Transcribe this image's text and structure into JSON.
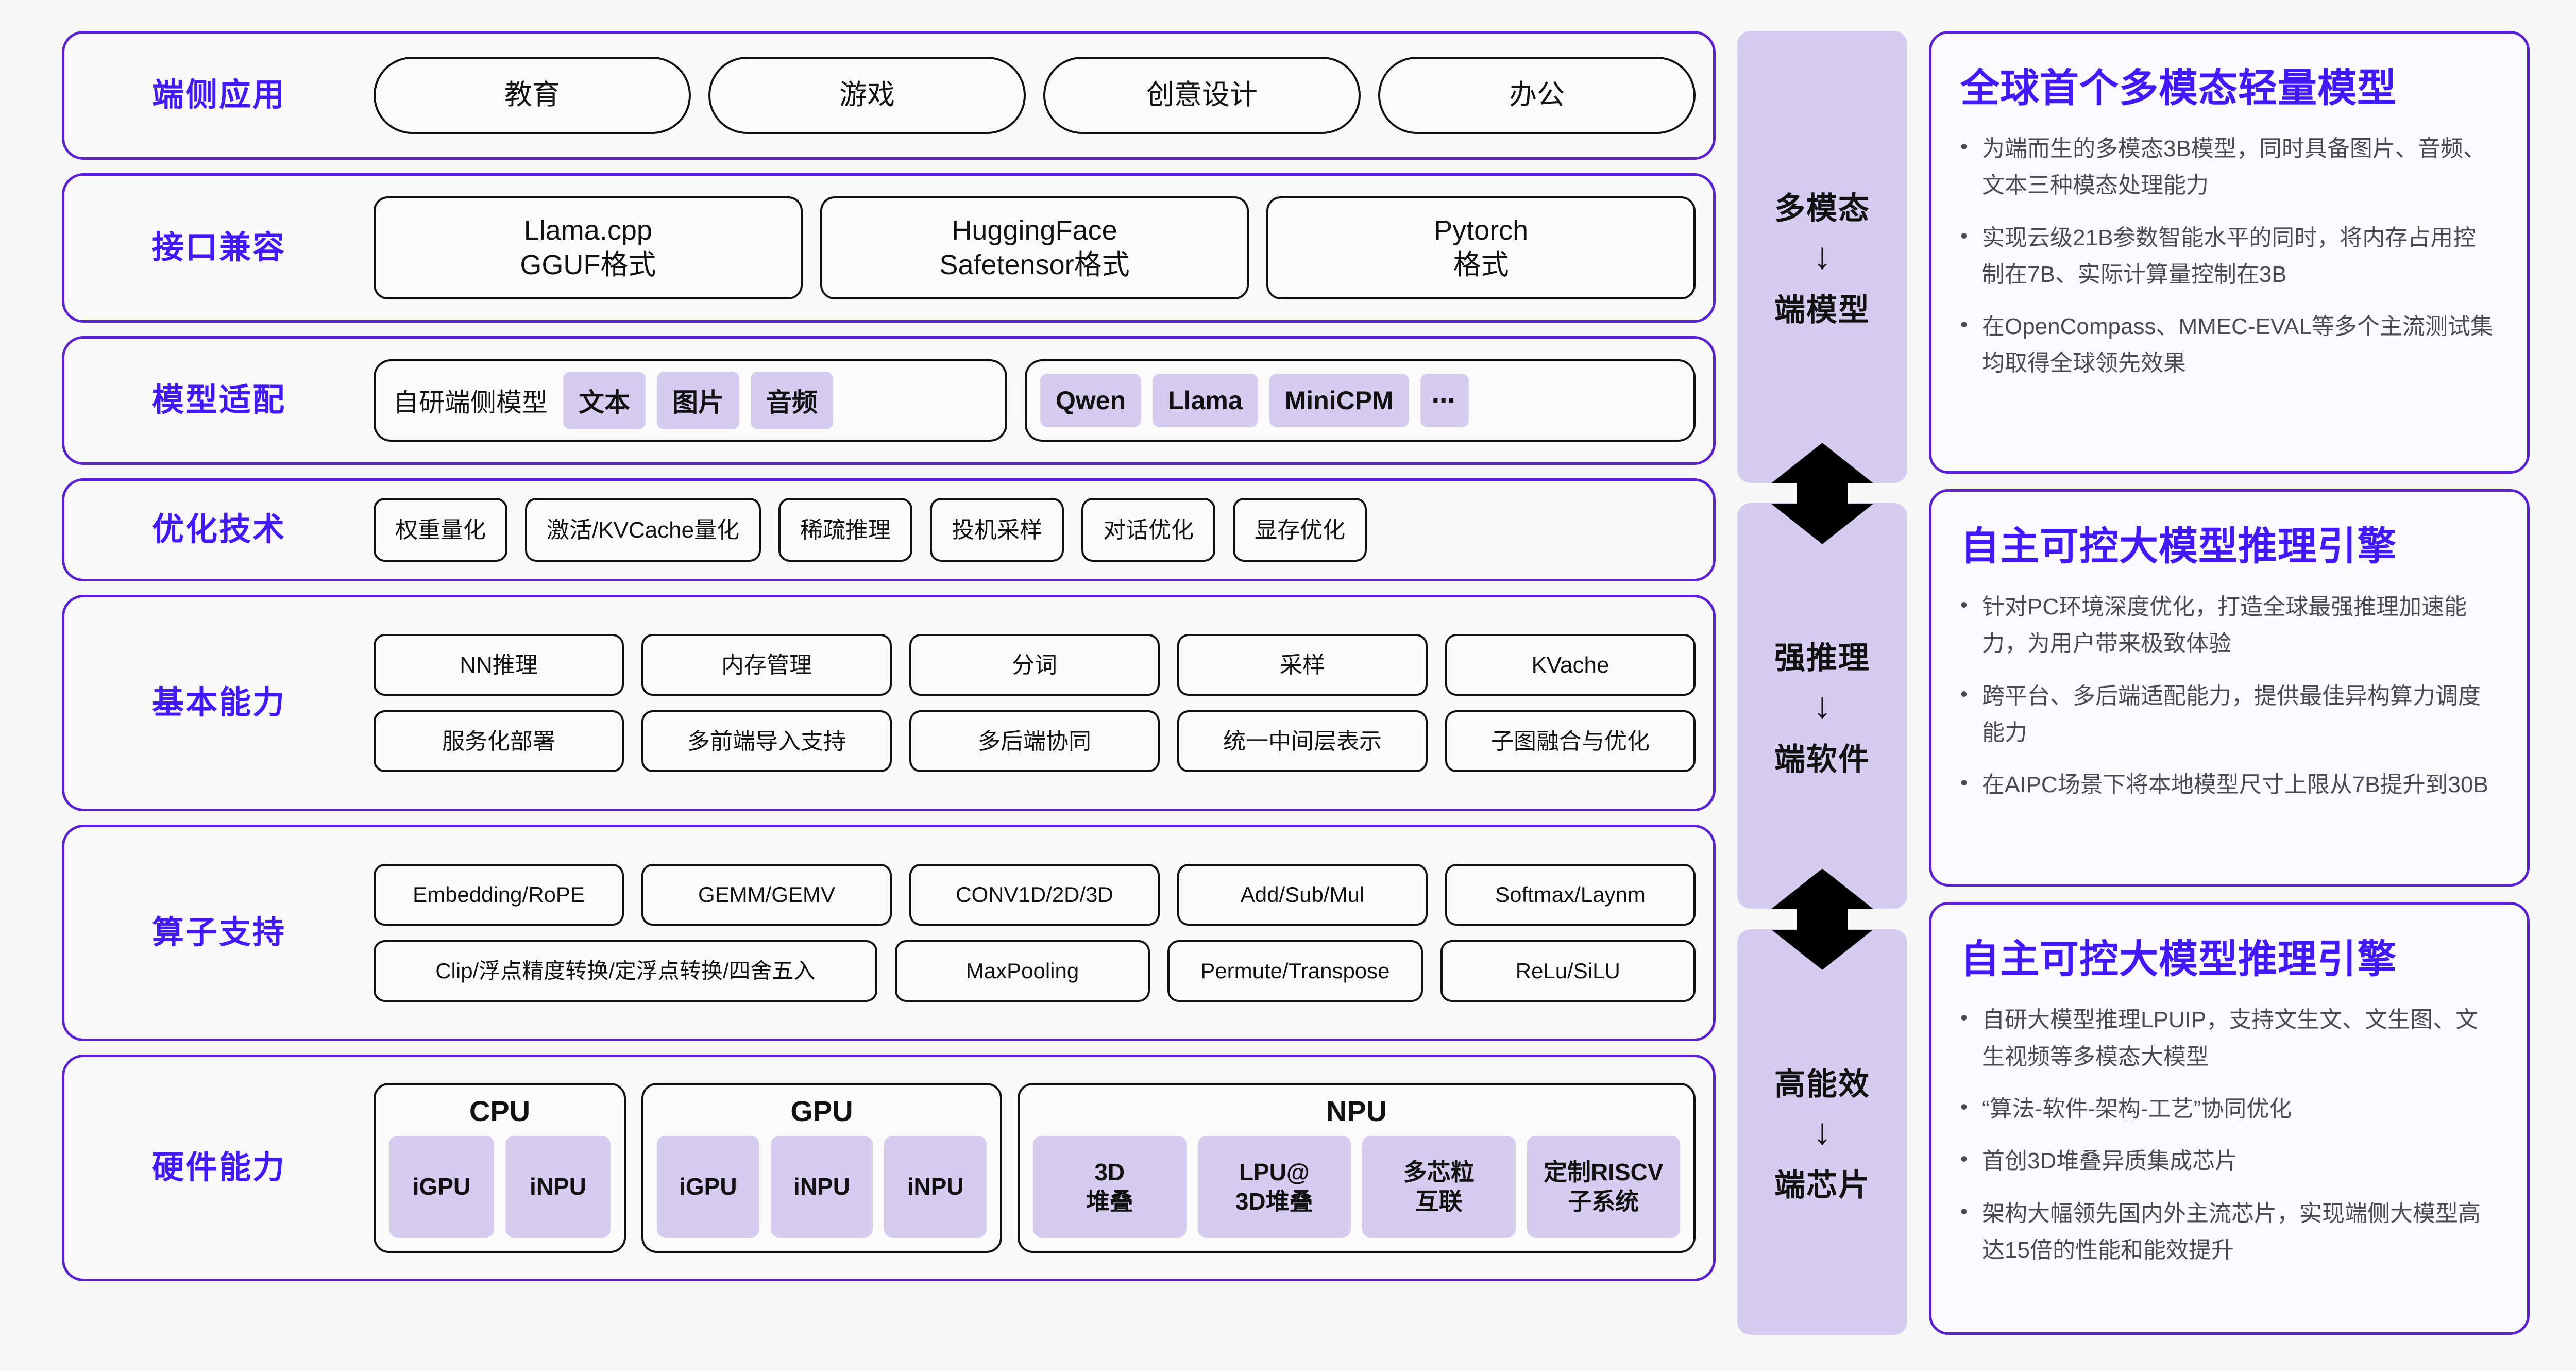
{
  "layers": [
    {
      "id": "edge-applications",
      "label": "端侧应用",
      "items": [
        "教育",
        "游戏",
        "创意设计",
        "办公"
      ]
    },
    {
      "id": "interface-compatibility",
      "label": "接口兼容",
      "items": [
        "Llama.cpp\nGGUF格式",
        "HuggingFace\nSafetensor格式",
        "Pytorch\n格式"
      ]
    },
    {
      "id": "model-adaptation",
      "label": "模型适配",
      "group1_title": "自研端侧模型",
      "group1_chips": [
        "文本",
        "图片",
        "音频"
      ],
      "group2_chips": [
        "Qwen",
        "Llama",
        "MiniCPM",
        "⋯"
      ]
    },
    {
      "id": "optimization-technology",
      "label": "优化技术",
      "items": [
        "权重量化",
        "激活/KVCache量化",
        "稀疏推理",
        "投机采样",
        "对话优化",
        "显存优化"
      ]
    },
    {
      "id": "basic-capability",
      "label": "基本能力",
      "row1": [
        "NN推理",
        "内存管理",
        "分词",
        "采样",
        "KVache"
      ],
      "row2": [
        "服务化部署",
        "多前端导入支持",
        "多后端协同",
        "统一中间层表示",
        "子图融合与优化"
      ]
    },
    {
      "id": "operator-support",
      "label": "算子支持",
      "row1": [
        "Embedding/RoPE",
        "GEMM/GEMV",
        "CONV1D/2D/3D",
        "Add/Sub/Mul",
        "Softmax/Laynm"
      ],
      "row2": [
        "Clip/浮点精度转换/定浮点转换/四舍五入",
        "MaxPooling",
        "Permute/Transpose",
        "ReLu/SiLU"
      ]
    },
    {
      "id": "hardware-capability",
      "label": "硬件能力",
      "groups": [
        {
          "title": "CPU",
          "chips": [
            "iGPU",
            "iNPU"
          ]
        },
        {
          "title": "GPU",
          "chips": [
            "iGPU",
            "iNPU",
            "iNPU"
          ]
        },
        {
          "title": "NPU",
          "chips": [
            "3D\n堆叠",
            "LPU@\n3D堆叠",
            "多芯粒\n互联",
            "定制RISCV\n子系统"
          ]
        }
      ]
    }
  ],
  "middle_column": {
    "panels": [
      {
        "top_label": "多模态",
        "arrow": "↓",
        "bottom_label": "端模型"
      },
      {
        "top_label": "强推理",
        "arrow": "↓",
        "bottom_label": "端软件"
      },
      {
        "top_label": "高能效",
        "arrow": "↓",
        "bottom_label": "端芯片"
      }
    ],
    "connector_icon": "double-arrow-vertical"
  },
  "right_cards": [
    {
      "title": "全球首个多模态轻量模型",
      "bullets": [
        "为端而生的多模态3B模型，同时具备图片、音频、文本三种模态处理能力",
        "实现云级21B参数智能水平的同时，将内存占用控制在7B、实际计算量控制在3B",
        "在OpenCompass、MMEC-EVAL等多个主流测试集均取得全球领先效果"
      ]
    },
    {
      "title": "自主可控大模型推理引擎",
      "bullets": [
        "针对PC环境深度优化，打造全球最强推理加速能力，为用户带来极致体验",
        "跨平台、多后端适配能力，提供最佳异构算力调度能力",
        "在AIPC场景下将本地模型尺寸上限从7B提升到30B"
      ]
    },
    {
      "title": "自主可控大模型推理引擎",
      "bullets": [
        "自研大模型推理LPUIP，支持文生文、文生图、文生视频等多模态大模型",
        "“算法-软件-架构-工艺”协同优化",
        "首创3D堆叠异质集成芯片",
        "架构大幅领先国内外主流芯片，实现端侧大模型高达15倍的性能和能效提升"
      ]
    }
  ],
  "colors": {
    "accent_purple": "#4318ff",
    "border_purple": "#5a20d4",
    "chip_fill": "#d5ccef",
    "page_bg": "#f7f7f8"
  }
}
